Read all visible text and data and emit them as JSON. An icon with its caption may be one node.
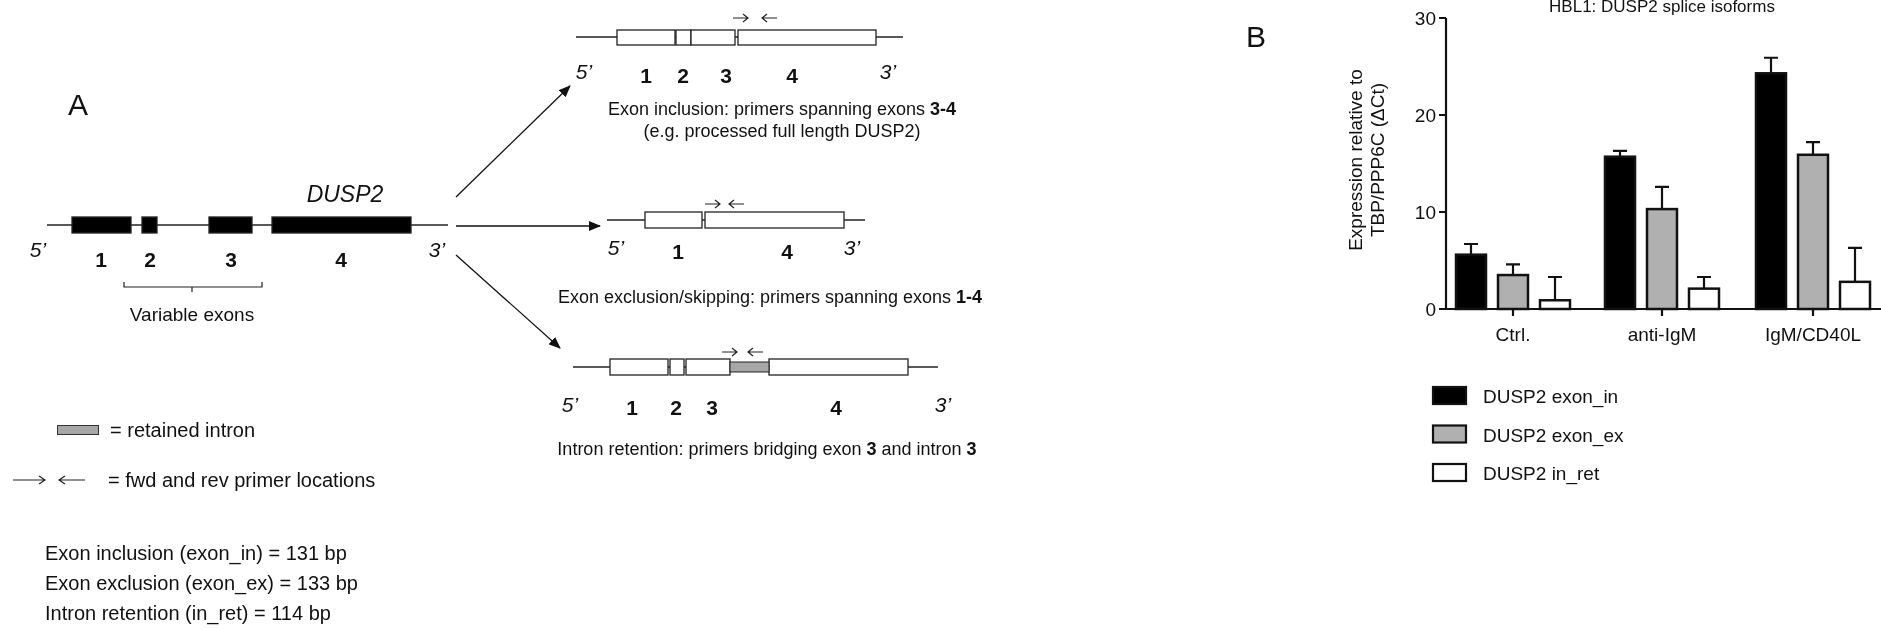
{
  "diagram": {
    "nodes": [
      {
        "text": [
          "DUSP2",
          "5’",
          "1",
          "2",
          "3",
          "4",
          "3’"
        ]
      },
      {
        "text": [
          "5’",
          "1",
          "2",
          "3",
          "4",
          "3’"
        ],
        "beside": [
          "Exon inclusion: primers spanning exons **3-4** (e.g. processed full length DUSP2)"
        ]
      },
      {
        "text": [
          "5’",
          "1",
          "4",
          "3’"
        ],
        "beside": [
          "Exon exclusion/skipping: primers spanning exons **1-4**"
        ]
      },
      {
        "text": [
          "5’",
          "1",
          "2",
          "3",
          "4",
          "3’"
        ],
        "beside": [
          "Intron retention: primers bridging exon **3** and intron **3**"
        ]
      }
    ],
    "edges": [
      {
        "from": 0,
        "to": 1,
        "arrow": "to"
      },
      {
        "from": 0,
        "to": 2,
        "arrow": "to"
      },
      {
        "from": 0,
        "to": 3,
        "arrow": "to"
      }
    ],
    "labels": [
      "A",
      "Variable exons",
      "Exon inclusion (exon_in) = 131 bp",
      "Exon exclusion (exon_ex) = 133 bp",
      "Intron retention (in_ret) = 114 bp",
      "B"
    ],
    "legend": [
      {
        "text": "= retained intron",
        "color": "#a6a6a6"
      },
      {
        "text": "= fwd and rev primer locations"
      }
    ],
    "chart_data": {
      "type": "bar",
      "title": "HBL1: DUSP2 splice isoforms",
      "ylabel": "Expression relative to TBP/PPP6C (ΔCt)",
      "categories": [
        "Ctrl.",
        "anti-IgM",
        "IgM/CD40L"
      ],
      "series": [
        {
          "name": "DUSP2 exon_in",
          "color": "#000000",
          "values": [
            5.6,
            15.7,
            24.3
          ]
        },
        {
          "name": "DUSP2 exon_ex",
          "color": "#b0b0b0",
          "values": [
            3.5,
            10.3,
            15.9
          ]
        },
        {
          "name": "DUSP2 in_ret",
          "color": "#ffffff",
          "values": [
            0.9,
            2.1,
            2.8
          ]
        }
      ],
      "ylim": [
        0,
        30
      ],
      "yticks": [
        0,
        10,
        20,
        30
      ],
      "legend": "bottom-left"
    }
  }
}
